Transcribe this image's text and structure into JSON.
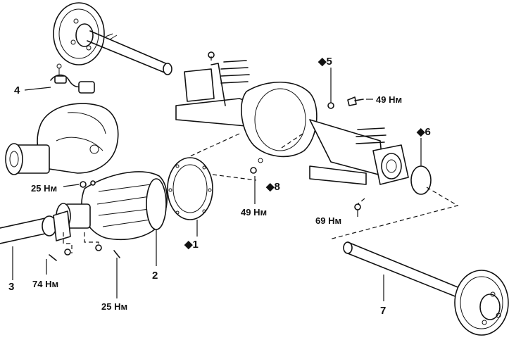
{
  "callouts": {
    "c1": "◆1",
    "c2": "2",
    "c3": "3",
    "c4": "4",
    "c5": "◆5",
    "c6": "◆6",
    "c7": "7",
    "c8": "◆8"
  },
  "torques": {
    "t49_top": "49 Нм",
    "t49_mid": "49 Нм",
    "t25_left": "25 Нм",
    "t25_bottom": "25 Нм",
    "t74": "74 Нм",
    "t69": "69 Нм"
  }
}
